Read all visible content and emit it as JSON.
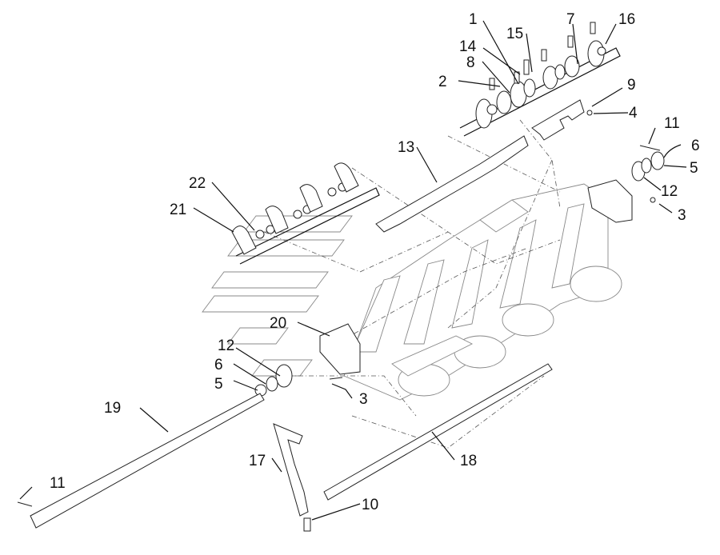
{
  "diagram": {
    "callouts": [
      {
        "id": "c1",
        "text": "1"
      },
      {
        "id": "c2",
        "text": "2"
      },
      {
        "id": "c3a",
        "text": "3"
      },
      {
        "id": "c3b",
        "text": "3"
      },
      {
        "id": "c4",
        "text": "4"
      },
      {
        "id": "c5a",
        "text": "5"
      },
      {
        "id": "c5b",
        "text": "5"
      },
      {
        "id": "c6a",
        "text": "6"
      },
      {
        "id": "c6b",
        "text": "6"
      },
      {
        "id": "c7",
        "text": "7"
      },
      {
        "id": "c8",
        "text": "8"
      },
      {
        "id": "c9",
        "text": "9"
      },
      {
        "id": "c10",
        "text": "10"
      },
      {
        "id": "c11a",
        "text": "11"
      },
      {
        "id": "c11b",
        "text": "11"
      },
      {
        "id": "c12a",
        "text": "12"
      },
      {
        "id": "c12b",
        "text": "12"
      },
      {
        "id": "c13",
        "text": "13"
      },
      {
        "id": "c14",
        "text": "14"
      },
      {
        "id": "c15",
        "text": "15"
      },
      {
        "id": "c16",
        "text": "16"
      },
      {
        "id": "c17",
        "text": "17"
      },
      {
        "id": "c18",
        "text": "18"
      },
      {
        "id": "c19",
        "text": "19"
      },
      {
        "id": "c20",
        "text": "20"
      },
      {
        "id": "c21",
        "text": "21"
      },
      {
        "id": "c22",
        "text": "22"
      }
    ]
  }
}
